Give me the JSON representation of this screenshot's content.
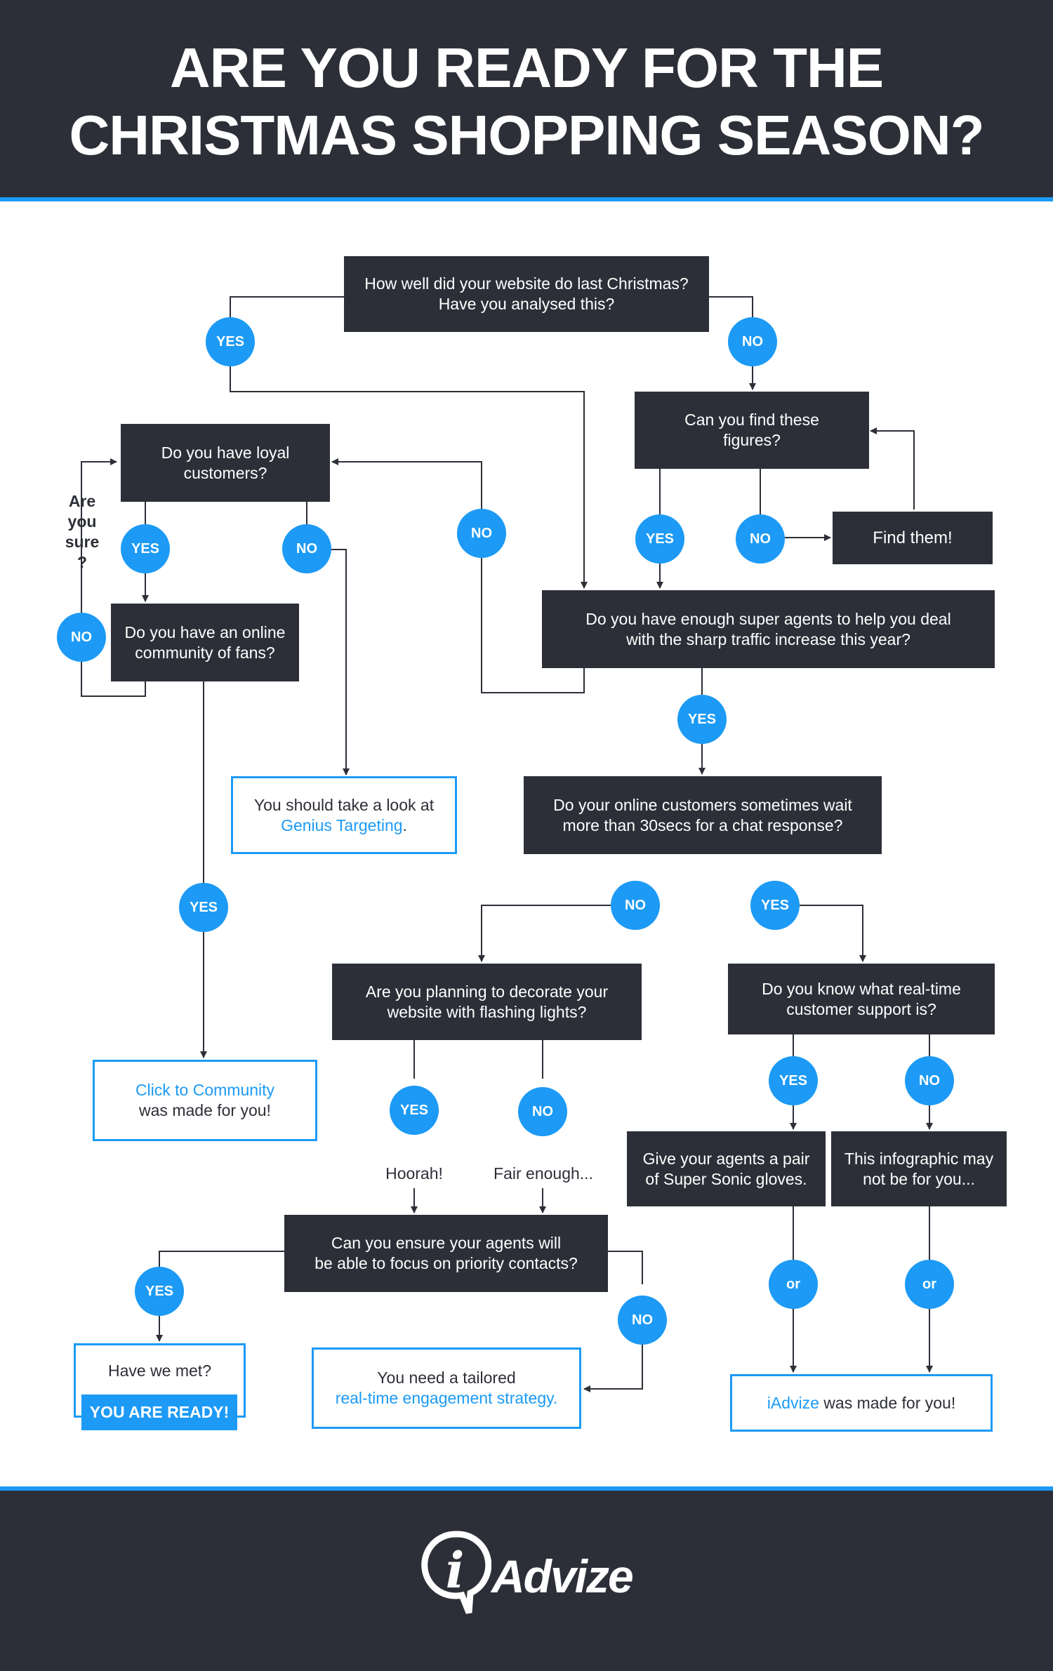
{
  "header": {
    "title_line1": "ARE YOU READY FOR THE",
    "title_line2": "CHRISTMAS SHOPPING SEASON?"
  },
  "questions": {
    "q1": "How well did your website do last Christmas?\nHave you analysed this?",
    "q_find": "Can you find these\nfigures?",
    "q_loyal": "Do you have loyal\ncustomers?",
    "q_community": "Do you have an online\ncommunity of fans?",
    "q_agents": "Do you have enough super agents to help you deal\nwith the sharp traffic increase this year?",
    "q_wait": "Do your online customers sometimes wait\nmore than 30secs for a chat response?",
    "q_lights": "Are you planning to decorate your\nwebsite with flashing lights?",
    "q_realtime": "Do you know what real-time\ncustomer support is?",
    "q_focus": "Can you ensure your agents will\nbe able to focus on priority contacts?"
  },
  "actions": {
    "find_them": "Find them!",
    "gloves": "Give your agents a pair\nof Super Sonic gloves.",
    "not_for_you": "This infographic may\nnot be for you..."
  },
  "outcomes": {
    "genius_prefix": "You should take a look at",
    "genius_link": "Genius Targeting",
    "genius_suffix": ".",
    "community_link": "Click to Community",
    "community_suffix": "was made for you!",
    "met": "Have we met?",
    "ready": "YOU ARE READY!",
    "tailored_prefix": "You need a tailored",
    "tailored_link": "real-time engagement strategy.",
    "iadvize_link": "iAdvize",
    "iadvize_suffix": " was made for you!"
  },
  "labels": {
    "yes": "YES",
    "no": "NO",
    "or": "or",
    "are_you_sure": "Are\nyou\nsure\n?",
    "hoorah": "Hoorah!",
    "fair_enough": "Fair enough..."
  },
  "footer": {
    "logo_mark": "i",
    "logo_text": "Advize"
  },
  "colors": {
    "dark": "#2d2f38",
    "accent": "#1c9af5",
    "white": "#ffffff"
  }
}
